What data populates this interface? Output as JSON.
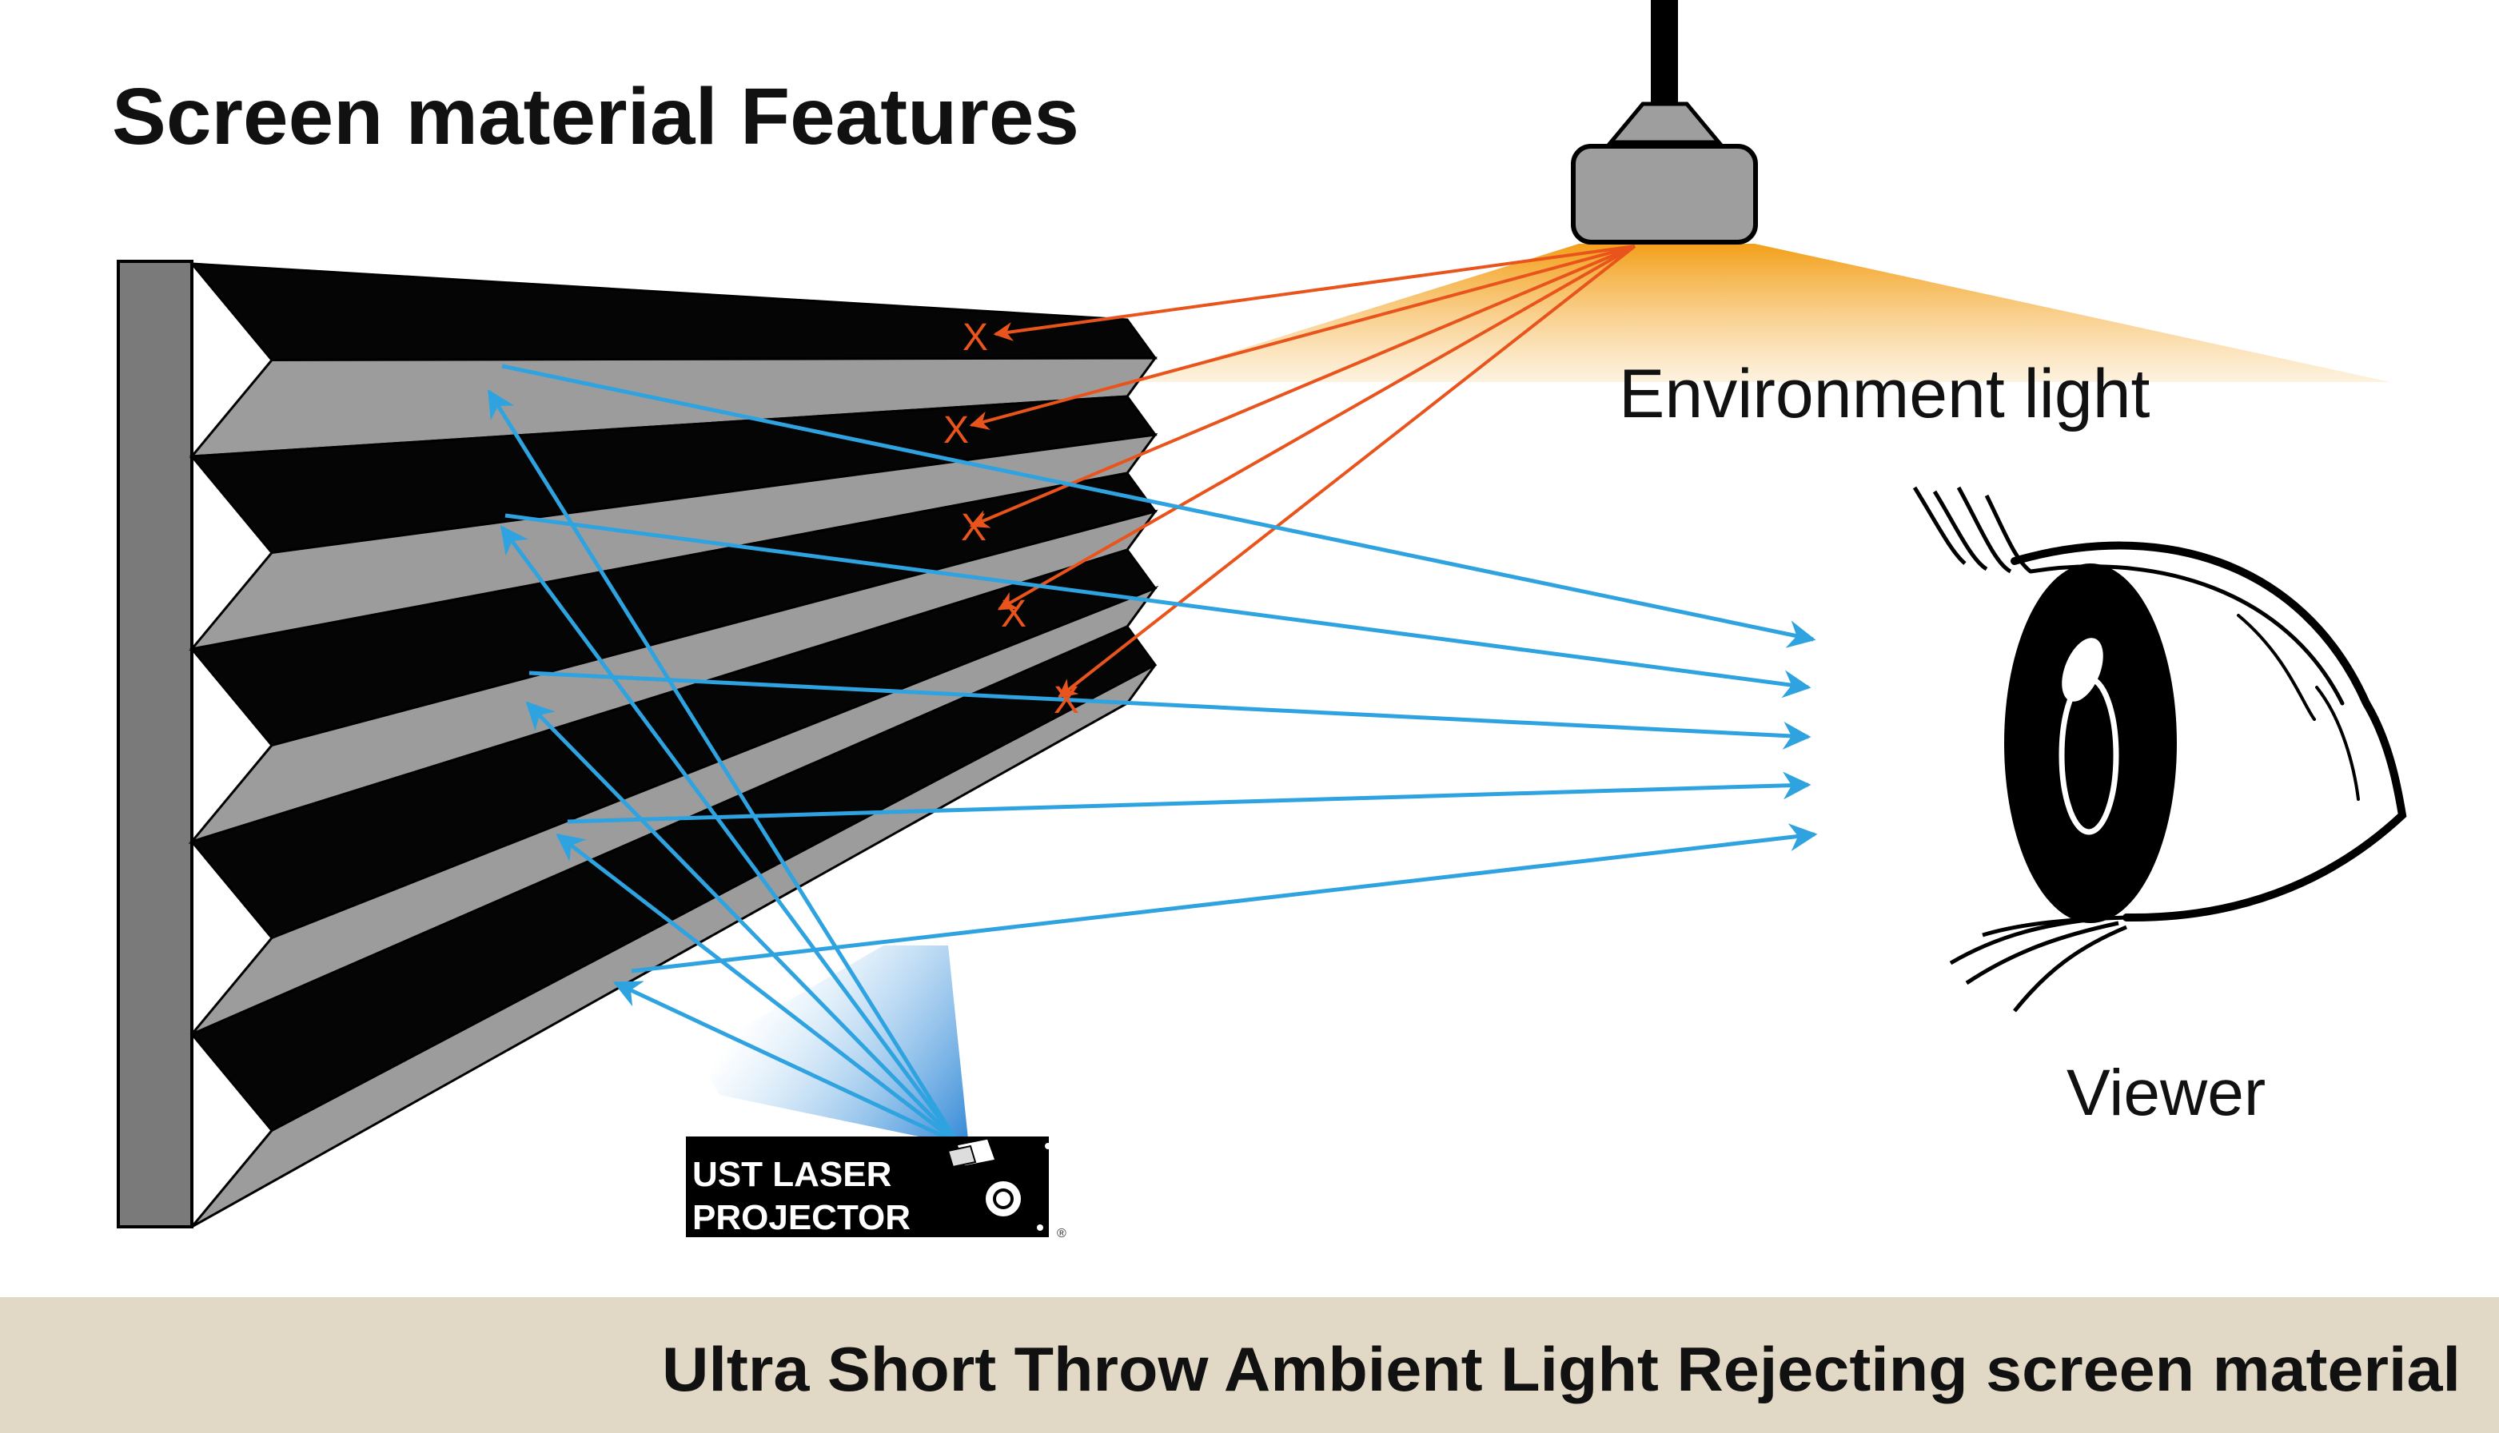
{
  "title": "Screen material Features",
  "labels": {
    "environment_light": "Environment light",
    "viewer": "Viewer",
    "projector_line1": "UST LASER",
    "projector_line2": "PROJECTOR",
    "reject_mark": "X",
    "registered_mark": "®"
  },
  "footer": {
    "caption": "Ultra Short Throw Ambient Light Rejecting screen material"
  },
  "colors": {
    "background": "#ffffff",
    "footer_band": "#e1d9c6",
    "ambient_ray": "#e8541c",
    "projector_ray": "#2ea3e0",
    "ambient_glow": "#f39c12",
    "projector_glow": "#3a8fd8",
    "ridge_dark": "#050505",
    "ridge_light": "#9c9c9c",
    "screen_side": "#7a7a7a",
    "lamp_body": "#9e9e9e",
    "text": "#111111"
  },
  "icons": {
    "ceiling_light": "ceiling-lamp-icon",
    "eye": "eye-icon",
    "projector": "projector-icon"
  }
}
